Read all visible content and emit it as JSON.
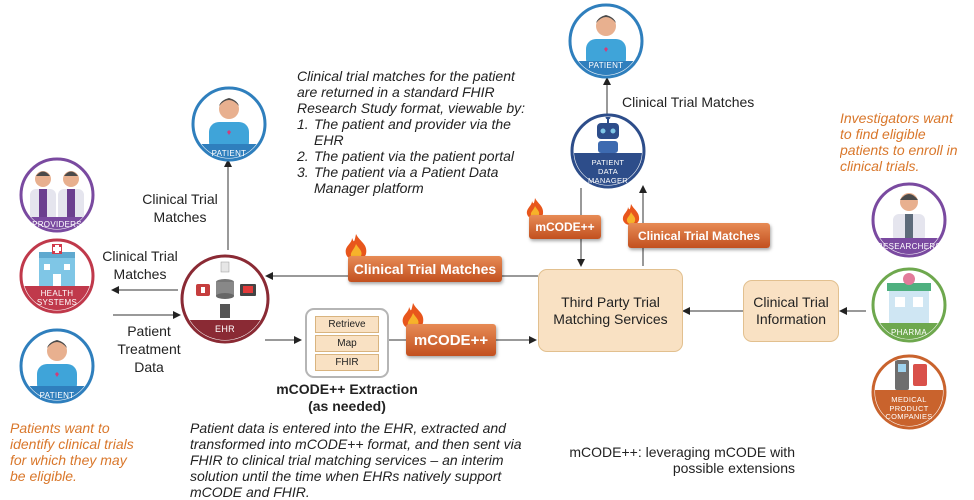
{
  "entities": {
    "patient_top": "PATIENT",
    "patient_mid": "PATIENT",
    "patient_left": "PATIENT",
    "providers": "PROVIDERS",
    "health_systems": "HEALTH\nSYSTEMS",
    "ehr": "EHR",
    "pdm": "PATIENT\nDATA\nMANAGER",
    "researchers": "RESEARCHERS",
    "pharma": "PHARMA",
    "medical": "MEDICAL\nPRODUCT\nCOMPANIES"
  },
  "nodes": {
    "third_party": "Third Party Trial Matching Services",
    "ct_info": "Clinical Trial Information",
    "extraction_steps": [
      "Retrieve",
      "Map",
      "FHIR"
    ],
    "extraction_label": "mCODE++ Extraction\n(as needed)"
  },
  "banners": {
    "ctm_main": "Clinical Trial Matches",
    "mcode_main": "mCODE++",
    "mcode_small": "mCODE++",
    "ctm_small": "Clinical Trial Matches"
  },
  "labels": {
    "ctm_up": "Clinical Trial\nMatches",
    "ctm_left": "Clinical Trial\nMatches",
    "patient_treatment": "Patient\nTreatment\nData",
    "ctm_pdm": "Clinical Trial Matches"
  },
  "notes": {
    "matches_intro": "Clinical trial matches for the patient are returned in a standard FHIR Research Study format, viewable by:",
    "matches_items": [
      "The patient and provider via the EHR",
      "The patient via the patient portal",
      "The patient via a Patient Data Manager platform"
    ],
    "investigators": "Investigators want\nto find eligible\npatients to enroll in\nclinical trials.",
    "patients_want": "Patients want to\nidentify clinical trials\nfor which they may\nbe eligible.",
    "patient_data": "Patient data is entered into the EHR, extracted and transformed into mCODE++ format, and then sent via FHIR to clinical trial matching services – an interim solution until the time when EHRs natively support mCODE and FHIR.",
    "mcode_def": "mCODE++: leveraging mCODE with\npossible extensions"
  },
  "colors": {
    "patient_blue": "#2f7fbd",
    "provider_purple": "#7a4aa0",
    "health_red": "#c0394b",
    "ehr_maroon": "#8a2a34",
    "pdm_navy": "#2d4d8a",
    "pharma_green": "#6ea84e",
    "medical_orange": "#c9632d",
    "banner_orange": "#d2652e",
    "box_fill": "#f9e1c3",
    "note_orange": "#d9772b"
  }
}
